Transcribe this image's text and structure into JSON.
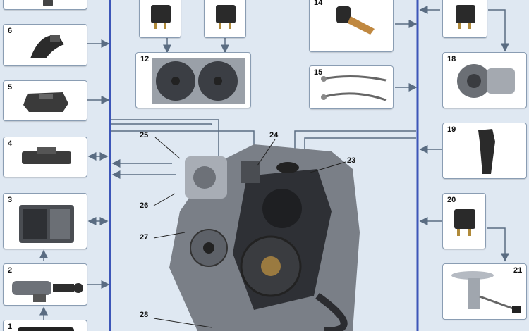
{
  "diagram": {
    "components": [
      {
        "id": "1",
        "label": "1"
      },
      {
        "id": "2",
        "label": "2"
      },
      {
        "id": "3",
        "label": "3"
      },
      {
        "id": "4",
        "label": "4"
      },
      {
        "id": "5",
        "label": "5"
      },
      {
        "id": "6",
        "label": "6"
      },
      {
        "id": "12",
        "label": "12"
      },
      {
        "id": "14",
        "label": "14"
      },
      {
        "id": "15",
        "label": "15"
      },
      {
        "id": "18",
        "label": "18"
      },
      {
        "id": "19",
        "label": "19"
      },
      {
        "id": "20",
        "label": "20"
      },
      {
        "id": "21",
        "label": "21"
      }
    ],
    "engine_callouts": [
      {
        "id": "23",
        "label": "23"
      },
      {
        "id": "24",
        "label": "24"
      },
      {
        "id": "25",
        "label": "25"
      },
      {
        "id": "26",
        "label": "26"
      },
      {
        "id": "27",
        "label": "27"
      },
      {
        "id": "28",
        "label": "28"
      }
    ],
    "colors": {
      "bus_line": "#3d56b8",
      "panel_bg": "#dfe8f2",
      "box_border": "#8a9db3",
      "arrow": "#5a6c82"
    }
  }
}
